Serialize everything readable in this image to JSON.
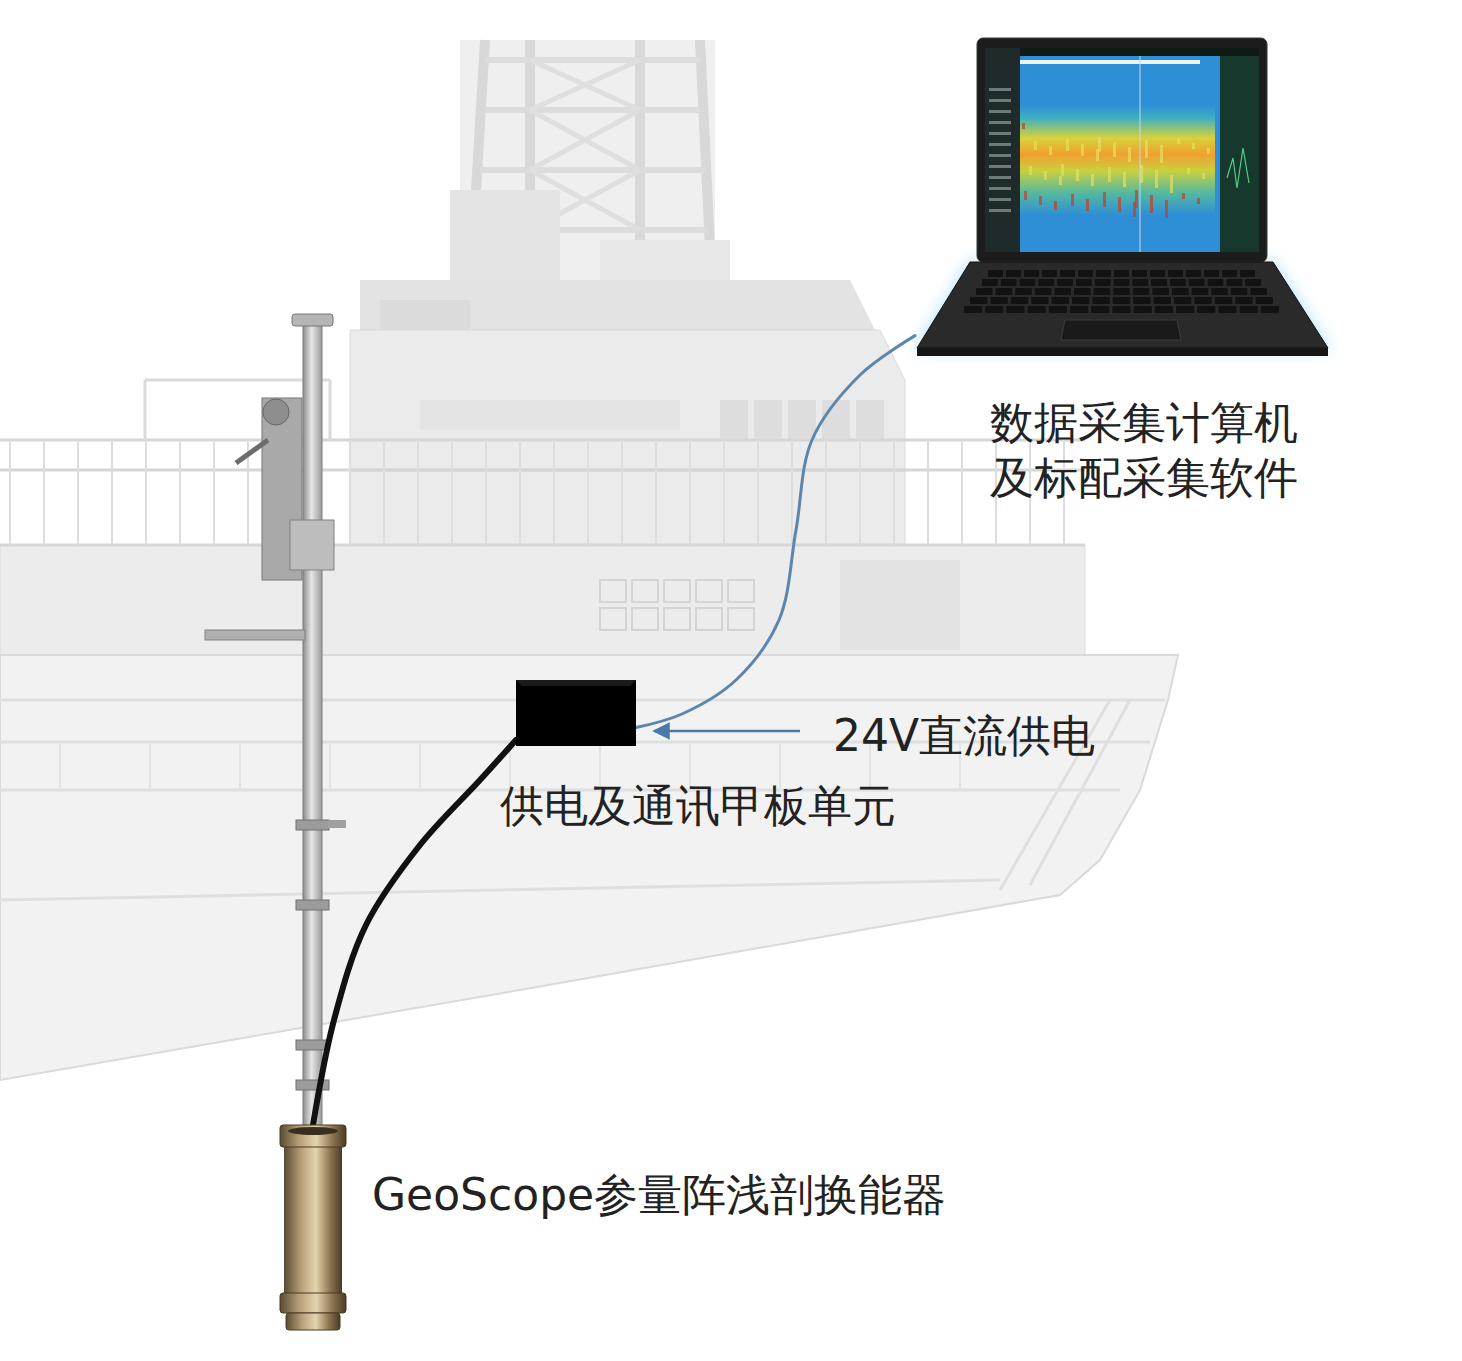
{
  "diagram": {
    "nodes": [
      {
        "text": [
          "数据采集计算机 及标配采集软件"
        ]
      },
      {
        "text": [
          "供电及通讯甲板单元"
        ]
      },
      {
        "text": [
          "GeoScope参量阵浅剖换能器"
        ]
      }
    ],
    "edges": [
      {
        "from": 0,
        "to": 1,
        "arrow": "none"
      },
      {
        "from": 1,
        "to": 2,
        "arrow": "none"
      }
    ],
    "labels": [
      "24V直流供电"
    ]
  }
}
